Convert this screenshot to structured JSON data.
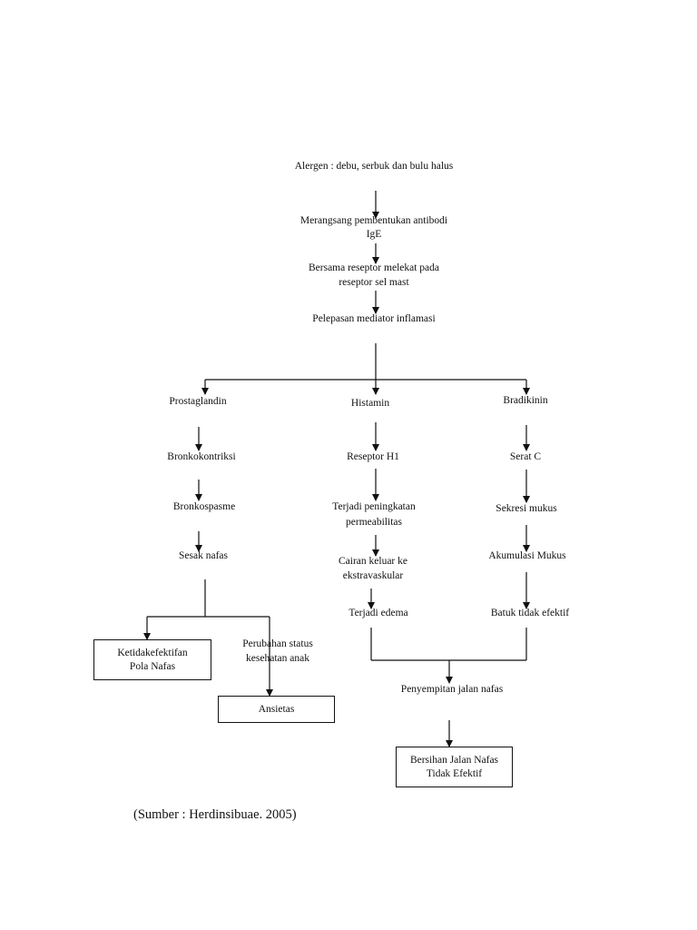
{
  "nodes": {
    "alergen": "Alergen : debu, serbuk dan bulu halus",
    "merangsang_1": "Merangsang pembentukan antibodi",
    "merangsang_2": "IgE",
    "bersama_1": "Bersama reseptor melekat pada",
    "bersama_2": "reseptor sel mast",
    "pelepasan": "Pelepasan mediator inflamasi",
    "prostaglandin": "Prostaglandin",
    "histamin": "Histamin",
    "bradikinin": "Bradikinin",
    "bronkokontriksi": "Bronkokontriksi",
    "bronkospasme": "Bronkospasme",
    "sesak_nafas": "Sesak nafas",
    "reseptor_h1": "Reseptor H1",
    "peningkatan_1": "Terjadi peningkatan",
    "peningkatan_2": "permeabilitas",
    "cairan_1": "Cairan keluar ke",
    "cairan_2": "ekstravaskular",
    "edema": "Terjadi edema",
    "serat_c": "Serat C",
    "sekresi": "Sekresi mukus",
    "akumulasi": "Akumulasi Mukus",
    "batuk": "Batuk tidak efektif",
    "perubahan_1": "Perubahan status",
    "perubahan_2": "kesehatan anak",
    "penyempitan": "Penyempitan jalan nafas"
  },
  "boxes": {
    "ketidakefektifan_1": "Ketidakefektifan",
    "ketidakefektifan_2": "Pola Nafas",
    "ansietas": "Ansietas",
    "bersihan_1": "Bersihan Jalan Nafas",
    "bersihan_2": "Tidak Efektif"
  },
  "source": "(Sumber : Herdinsibuae. 2005)"
}
